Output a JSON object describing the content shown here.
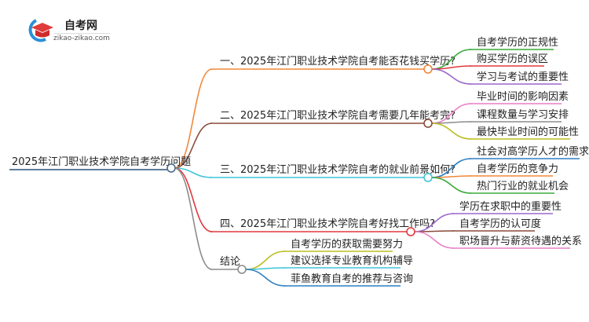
{
  "logo": {
    "title": "自考网",
    "url": "zikao-zikao.com"
  },
  "root": {
    "label": "2025年江门职业技术学院自考学历问题",
    "color": "#4a6a8c"
  },
  "branches": [
    {
      "label": "一、2025年江门职业技术学院自考能否花钱买学历?",
      "color": "#f0883a",
      "children": [
        {
          "label": "自考学历的正规性",
          "color": "#3aaa3a"
        },
        {
          "label": "购买学历的误区",
          "color": "#e0393e"
        },
        {
          "label": "学习与考试的重要性",
          "color": "#9b66cc"
        }
      ]
    },
    {
      "label": "二、2025年江门职业技术学院自考需要几年能考完?",
      "color": "#8b4a3a",
      "children": [
        {
          "label": "毕业时间的影响因素",
          "color": "#e77fc8"
        },
        {
          "label": "课程数量与学习安排",
          "color": "#8c8c8c"
        },
        {
          "label": "最快毕业时间的可能性",
          "color": "#bcbd22"
        }
      ]
    },
    {
      "label": "三、2025年江门职业技术学院自考的就业前景如何?",
      "color": "#3ec5d8",
      "children": [
        {
          "label": "社会对高学历人才的需求",
          "color": "#2e7fc0"
        },
        {
          "label": "自考学历的竞争力",
          "color": "#f0883a"
        },
        {
          "label": "热门行业的就业机会",
          "color": "#3aaa3a"
        }
      ]
    },
    {
      "label": "四、2025年江门职业技术学院自考好找工作吗?",
      "color": "#e0393e",
      "children": [
        {
          "label": "学历在求职中的重要性",
          "color": "#9b66cc"
        },
        {
          "label": "自考学历的认可度",
          "color": "#8b4a3a"
        },
        {
          "label": "职场晋升与薪资待遇的关系",
          "color": "#e77fc8"
        }
      ]
    },
    {
      "label": "结论",
      "color": "#8c8c8c",
      "children": [
        {
          "label": "自考学历的获取需要努力",
          "color": "#bcbd22"
        },
        {
          "label": "建议选择专业教育机构辅导",
          "color": "#3ec5d8"
        },
        {
          "label": "菲鱼教育自考的推荐与咨询",
          "color": "#2e7fc0"
        }
      ]
    }
  ]
}
